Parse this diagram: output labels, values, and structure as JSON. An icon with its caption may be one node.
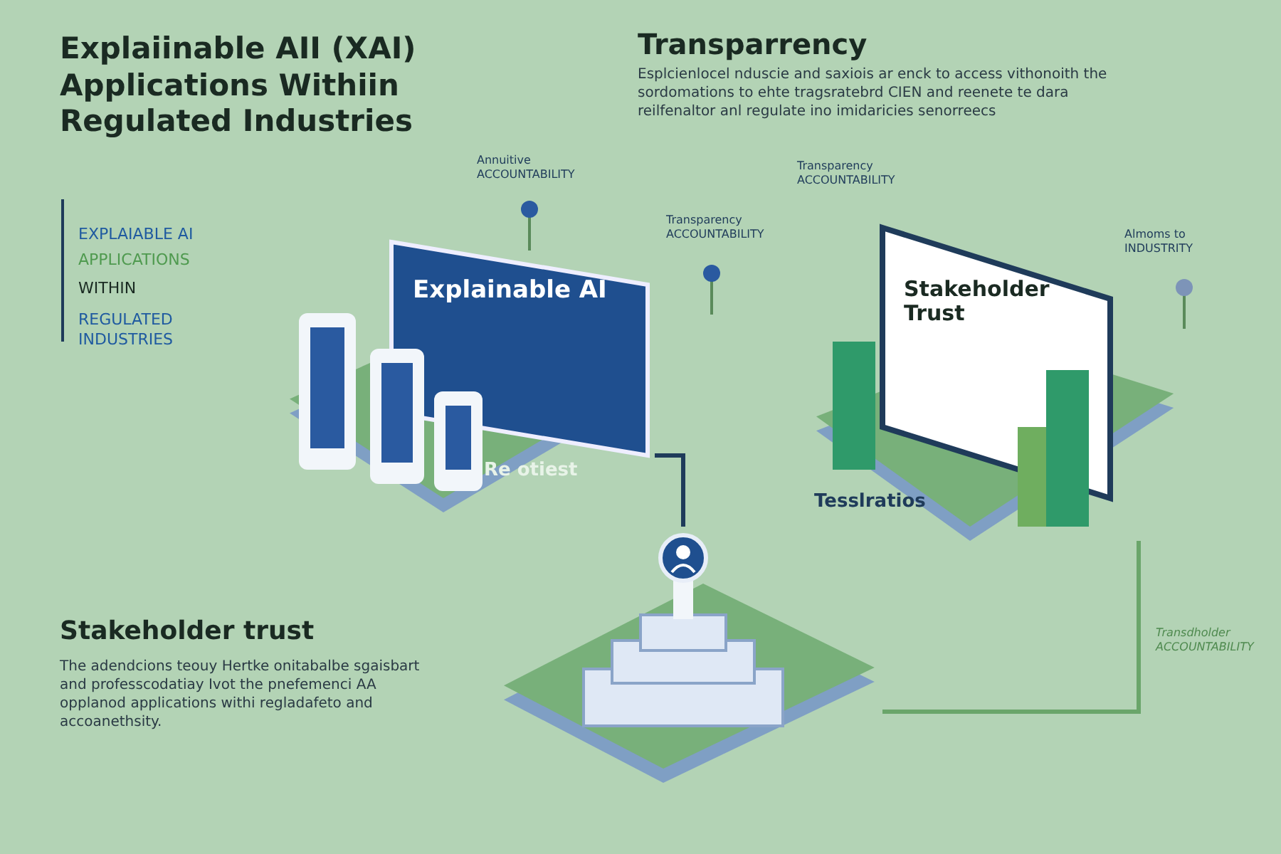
{
  "diagram": {
    "title": "Explaiinable AII (XAI) Applications Withiin Regulated Industries",
    "nodes": [
      {
        "text": [
          "Explainable AI",
          "Re otiest"
        ]
      },
      {
        "text": [
          "Stakeholder Trust",
          "Tesslratios"
        ]
      },
      {
        "text": [],
        "shape": "picture"
      }
    ],
    "edges": [
      {
        "from": 0,
        "to": 2,
        "arrow": "none"
      },
      {
        "from": 1,
        "to": 2,
        "arrow": "none",
        "color": "#6aa56a"
      }
    ],
    "labels": [
      "EXPLAIABLE AI",
      "APPLICATIONS",
      "WITHIN",
      "REGULATED INDUSTRIES",
      "Transparrency",
      "Esplcienlocel nduscie and saxiois ar enck to access vithonoith the sordomations to ehte tragsratebrd CIEN and reenete te dara reilfenaltor anl regulate ino imidaricies senorreecs",
      "Annuitive ACCOUNTABILITY",
      "Transparency ACCOUNTABILITY",
      "Transparency ACCOUNTABILITY",
      "Almoms to INDUSTRITY",
      "Stakeholder trust",
      "The adendcions teouy Hertke onitabalbe sgaisbart and professcodatiay Ivot the pnefemenci AA opplanod applications withi regladafeto and accoanethsity.",
      "Transdholder ACCOUNTABILITY"
    ]
  }
}
